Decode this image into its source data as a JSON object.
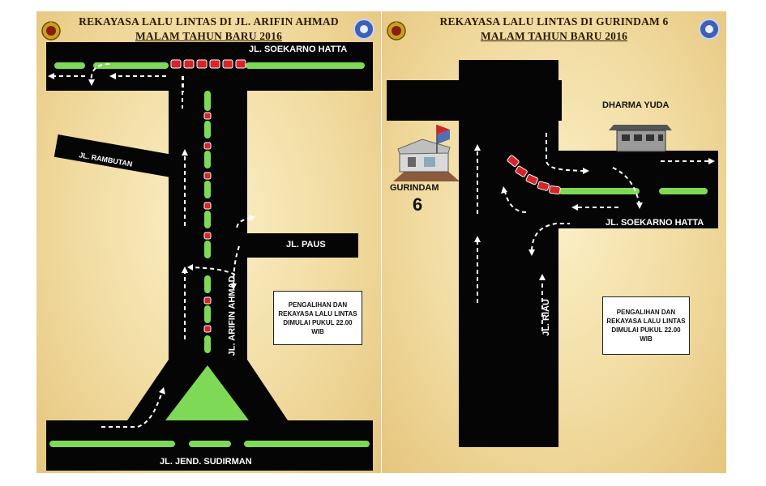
{
  "left": {
    "title": "REKAYASA LALU LINTAS DI JL. ARIFIN AHMAD",
    "subtitle": "MALAM TAHUN BARU 2016",
    "roads": {
      "top": "JL. SOEKARNO HATTA",
      "rambutan": "JL. RAMBUTAN",
      "paus": "JL. PAUS",
      "main": "JL. ARIFIN AHMAD",
      "bottom": "JL. JEND. SUDIRMAN"
    },
    "notice": "PENGALIHAN DAN REKAYASA LALU LINTAS DIMULAI PUKUL 22.00 WIB"
  },
  "right": {
    "title": "REKAYASA LALU LINTAS DI GURINDAM 6",
    "subtitle": "MALAM TAHUN BARU 2016",
    "landmarks": {
      "dharma": "DHARMA YUDA",
      "gurindam": "GURINDAM",
      "gurindam_num": "6"
    },
    "roads": {
      "soekarno": "JL. SOEKARNO HATTA",
      "riau": "JL. RIAU"
    },
    "notice": "PENGALIHAN DAN REKAYASA LALU LINTAS DIMULAI PUKUL 22.00 WIB"
  },
  "colors": {
    "road": "#050505",
    "median_green": "#7ed957",
    "barrier_red": "#d6252a",
    "background": "#f1dba0"
  },
  "icons": [
    "police-emblem-icon",
    "traffic-police-emblem-icon",
    "building-icon",
    "flag-icon"
  ]
}
